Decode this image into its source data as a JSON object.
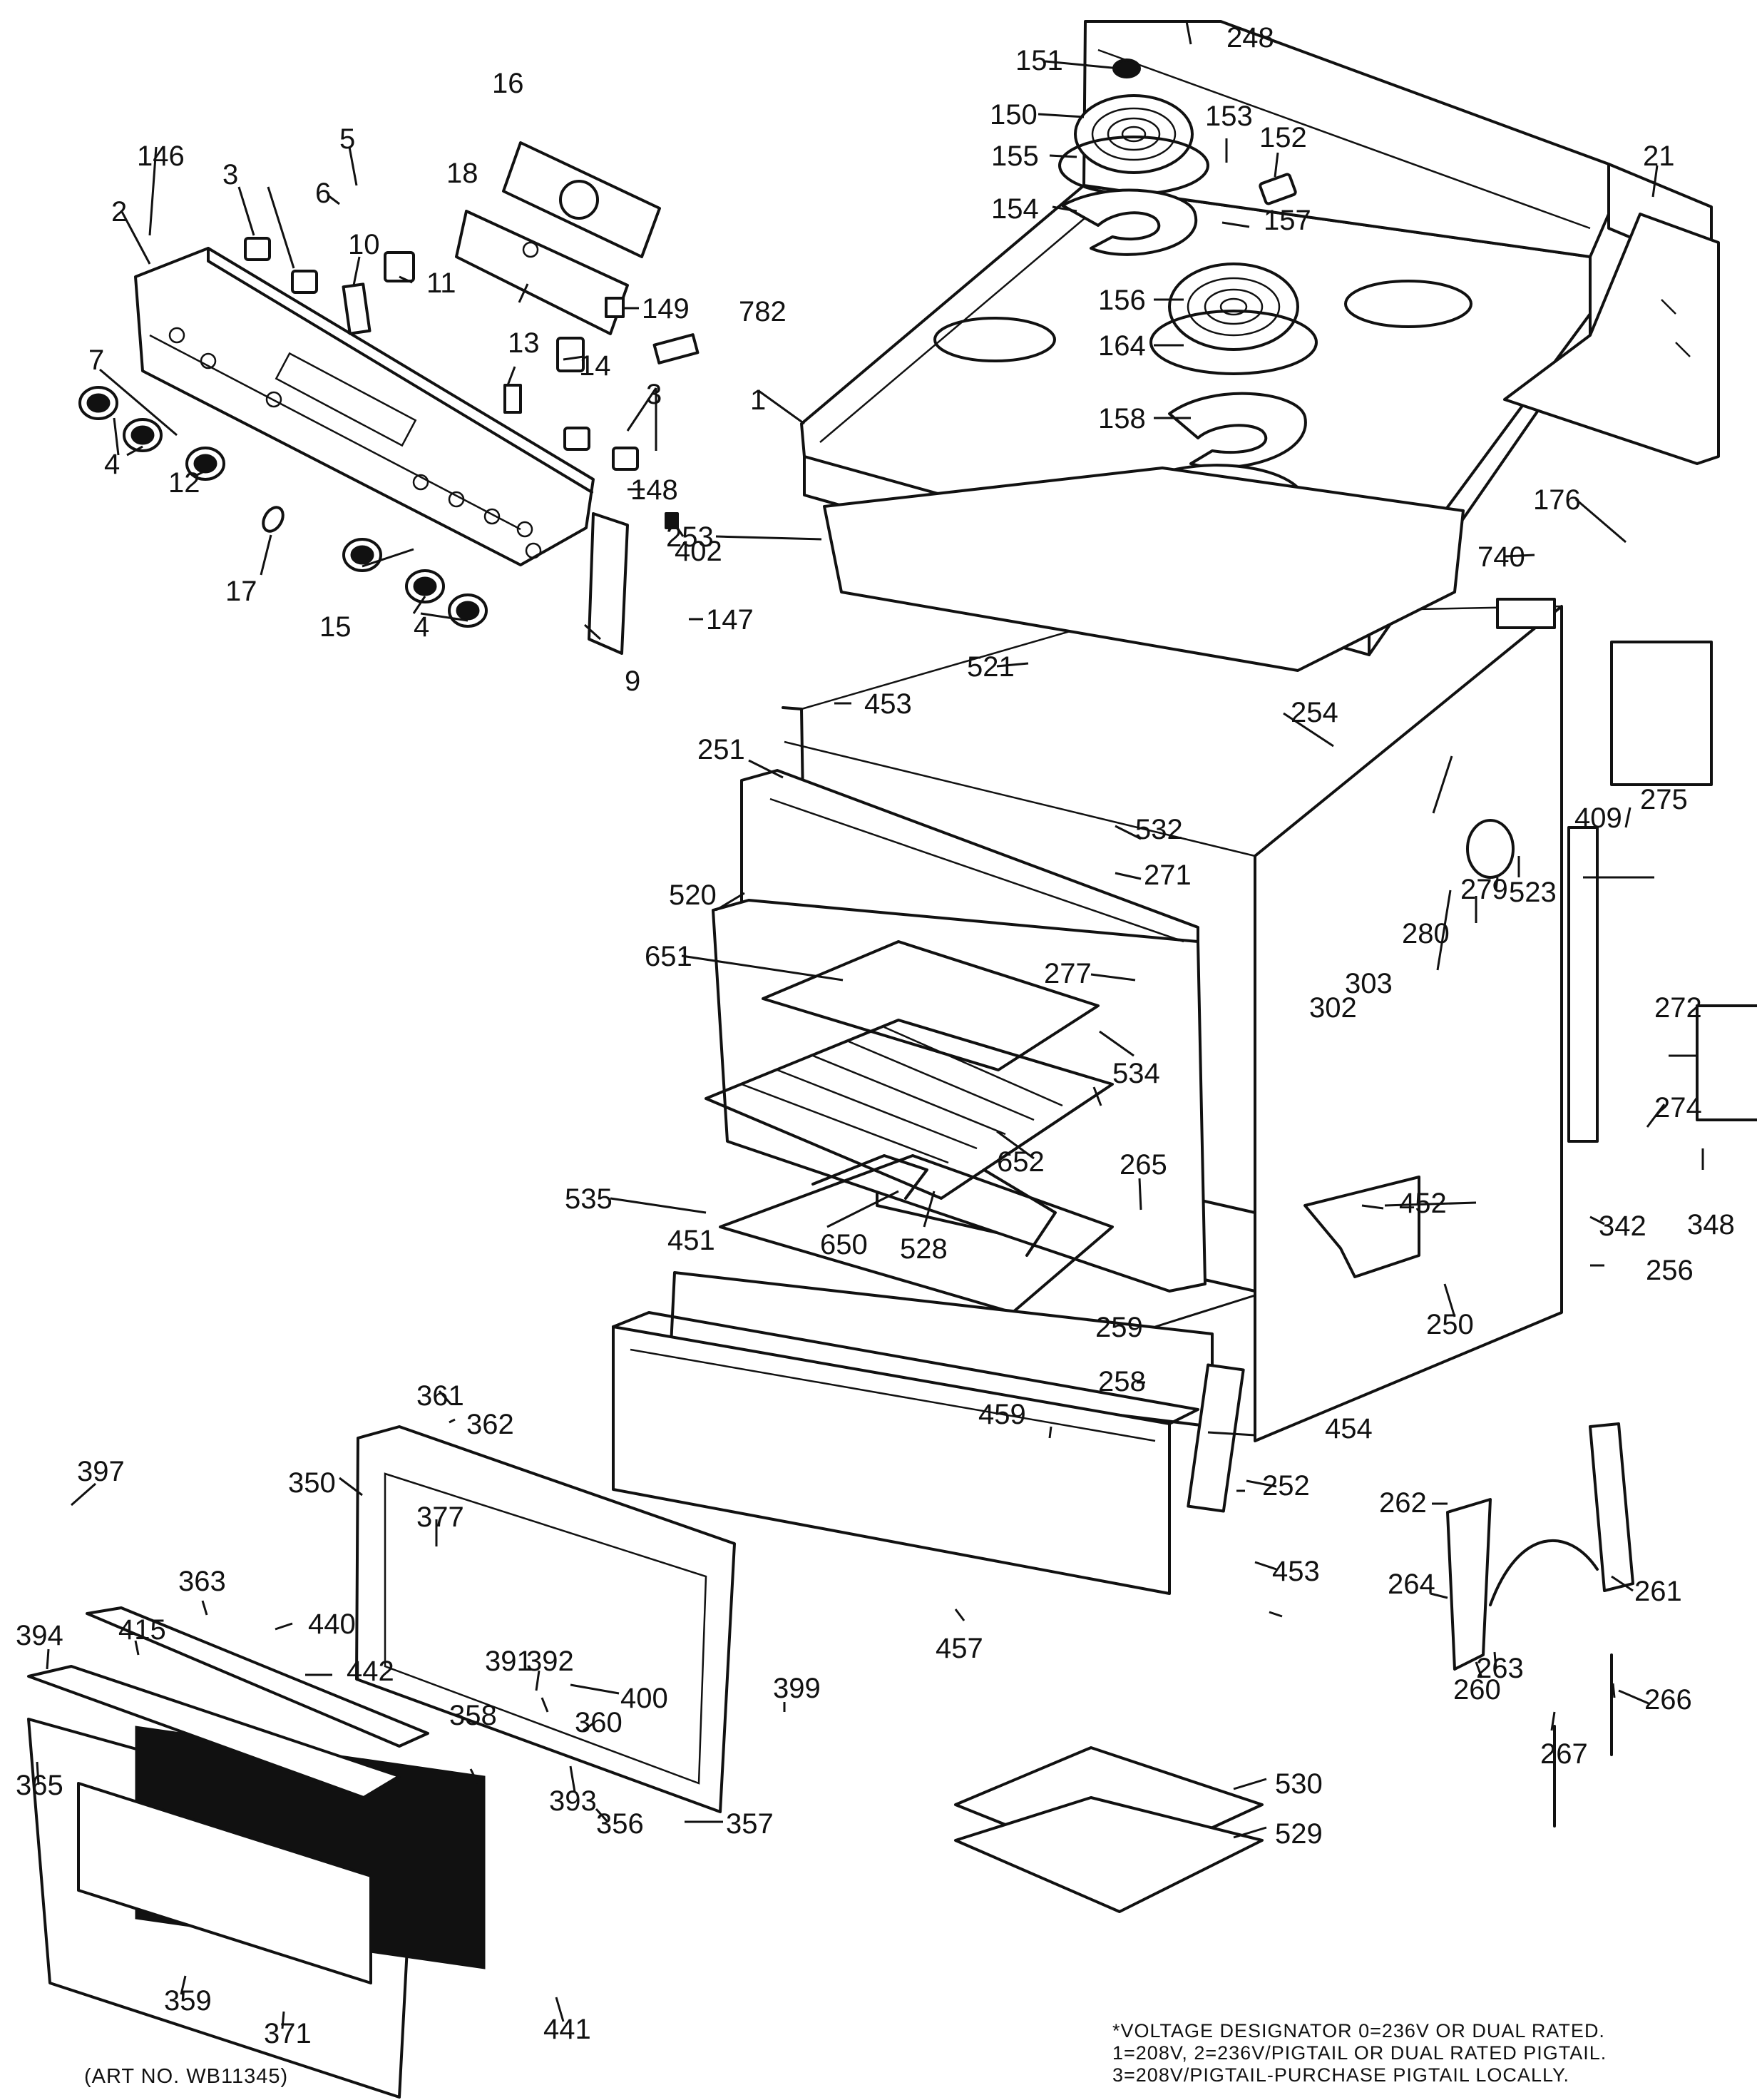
{
  "diagram": {
    "voltage_note": [
      "*VOLTAGE DESIGNATOR 0=236V OR DUAL RATED.",
      "1=208V, 2=236V/PIGTAIL OR DUAL RATED PIGTAIL.",
      "3=208V/PIGTAIL-PURCHASE PIGTAIL LOCALLY."
    ],
    "art_number": "(ART NO. WB11345)",
    "part_labels": [
      "1",
      "2",
      "3",
      "3",
      "4",
      "4",
      "5",
      "6",
      "7",
      "9",
      "10",
      "11",
      "12",
      "13",
      "14",
      "15",
      "16",
      "17",
      "18",
      "21",
      "146",
      "147",
      "148",
      "149",
      "150",
      "151",
      "152",
      "153",
      "154",
      "155",
      "156",
      "157",
      "158",
      "164",
      "176",
      "248",
      "250",
      "251",
      "252",
      "253",
      "254",
      "256",
      "258",
      "259",
      "260",
      "261",
      "262",
      "263",
      "264",
      "265",
      "266",
      "267",
      "271",
      "272",
      "274",
      "275",
      "277",
      "279",
      "280",
      "302",
      "303",
      "342",
      "348",
      "350",
      "356",
      "357",
      "358",
      "359",
      "360",
      "361",
      "362",
      "363",
      "365",
      "371",
      "377",
      "391",
      "392",
      "393",
      "394",
      "397",
      "399",
      "400",
      "402",
      "409",
      "415",
      "440",
      "441",
      "442",
      "451",
      "452",
      "453",
      "453",
      "454",
      "457",
      "459",
      "520",
      "521",
      "523",
      "528",
      "529",
      "530",
      "532",
      "534",
      "535",
      "650",
      "651",
      "652",
      "740",
      "782"
    ]
  }
}
